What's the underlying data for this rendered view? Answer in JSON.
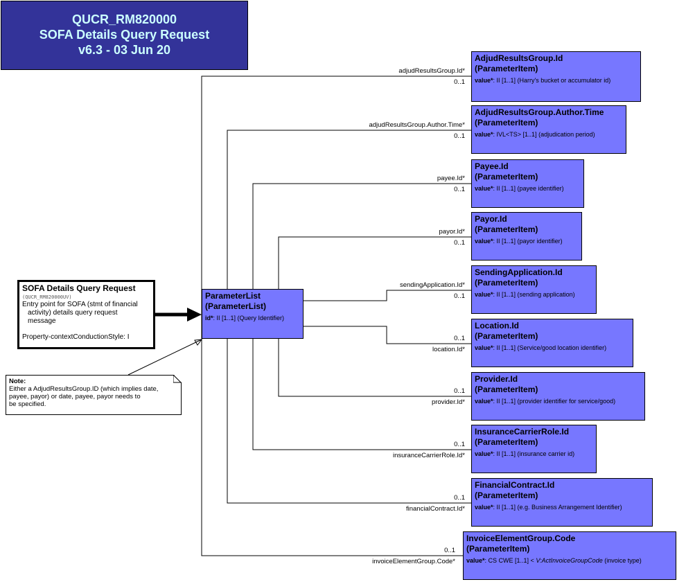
{
  "title": {
    "line1": "QUCR_RM820000",
    "line2": "SOFA Details Query Request",
    "line3": "v6.3 - 03 Jun 20"
  },
  "entry_point": {
    "title": "SOFA Details Query Request",
    "code": "(QUCR_RM820000UV)",
    "desc1": "Entry point for SOFA (stmt of financial",
    "desc2": "activity) details query request",
    "desc3": "message",
    "property": "Property-contextConductionStyle: I"
  },
  "note": {
    "heading": "Note:",
    "line1": "Either a AdjudResultsGroup.ID (which implies date,",
    "line2": "payee, payor) or date, payee, payor needs to",
    "line3": "be specified."
  },
  "parameter_list": {
    "name": "ParameterList",
    "stereotype": "(ParameterList)",
    "attr_name": "id*",
    "attr_rest": ": II [1..1] (Query Identifier)"
  },
  "items": [
    {
      "name": "AdjudResultsGroup.Id",
      "stereotype": "(ParameterItem)",
      "attr_name": "value*",
      "attr_rest": ": II [1..1] (Harry's bucket or accumulator id)",
      "role": "adjudResultsGroup.Id*",
      "mult": "0..1"
    },
    {
      "name": "AdjudResultsGroup.Author.Time",
      "stereotype": "(ParameterItem)",
      "attr_name": "value*",
      "attr_rest": ": IVL<TS> [1..1] (adjudication period)",
      "role": "adjudResultsGroup.Author.Time*",
      "mult": "0..1"
    },
    {
      "name": "Payee.Id",
      "stereotype": "(ParameterItem)",
      "attr_name": "value*",
      "attr_rest": ": II [1..1] (payee identifier)",
      "role": "payee.Id*",
      "mult": "0..1"
    },
    {
      "name": "Payor.Id",
      "stereotype": "(ParameterItem)",
      "attr_name": "value*",
      "attr_rest": ": II [1..1] (payor identifier)",
      "role": "payor.Id*",
      "mult": "0..1"
    },
    {
      "name": "SendingApplication.Id",
      "stereotype": "(ParameterItem)",
      "attr_name": "value*",
      "attr_rest": ": II [1..1] (sending application)",
      "role": "sendingApplication.Id*",
      "mult": "0..1"
    },
    {
      "name": "Location.Id",
      "stereotype": "(ParameterItem)",
      "attr_name": "value*",
      "attr_rest": ": II [1..1] (Service/good location identifier)",
      "role": "location.Id*",
      "mult": "0..1"
    },
    {
      "name": "Provider.Id",
      "stereotype": "(ParameterItem)",
      "attr_name": "value*",
      "attr_rest": ": II [1..1] (provider identifier for service/good)",
      "role": "provider.Id*",
      "mult": "0..1"
    },
    {
      "name": "InsuranceCarrierRole.Id",
      "stereotype": "(ParameterItem)",
      "attr_name": "value*",
      "attr_rest": ": II [1..1] (insurance carrier id)",
      "role": "insuranceCarrierRole.Id*",
      "mult": "0..1"
    },
    {
      "name": "FinancialContract.Id",
      "stereotype": "(ParameterItem)",
      "attr_name": "value*",
      "attr_rest": ": II [1..1] (e.g. Business Arrangement Identifier)",
      "role": "financialContract.Id*",
      "mult": "0..1"
    },
    {
      "name": "InvoiceElementGroup.Code",
      "stereotype": "(ParameterItem)",
      "attr_name": "value*",
      "attr_rest1": ": CS CWE [1..1] < ",
      "attr_italic": "V:ActInvoiceGroupCode",
      "attr_rest2": " (invoice type)",
      "role": "invoiceElementGroup.Code*",
      "mult": "0..1"
    }
  ],
  "colors": {
    "title_bg": "#333399",
    "title_text": "#ccffff",
    "class_bg": "#7777ff"
  }
}
